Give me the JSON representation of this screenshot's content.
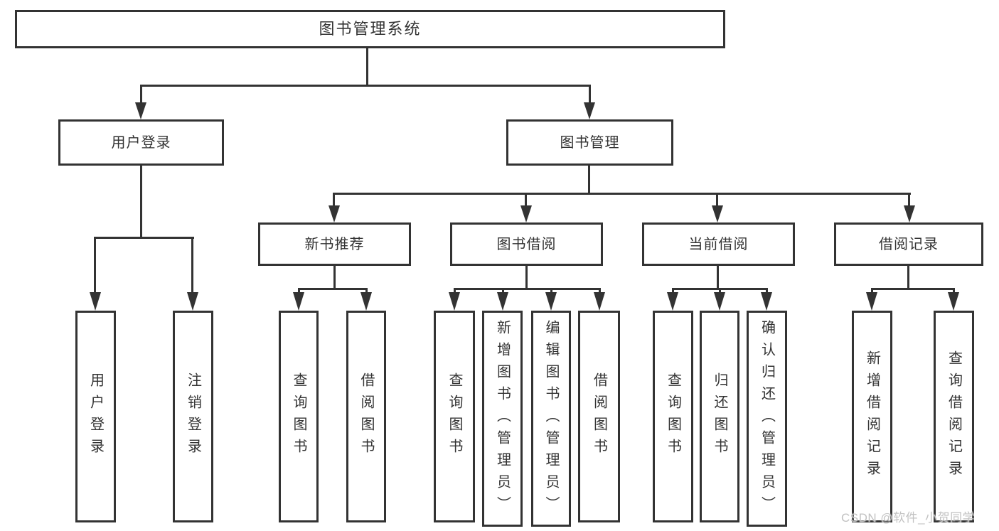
{
  "diagram": {
    "title": "图书管理系统",
    "level2": {
      "user_login": "用户登录",
      "book_mgmt": "图书管理"
    },
    "level3": {
      "new_books": "新书推荐",
      "book_borrow": "图书借阅",
      "current_borrow": "当前借阅",
      "borrow_records": "借阅记录"
    },
    "leaves": {
      "user": [
        "用户登录",
        "注销登录"
      ],
      "new_books": [
        "查询图书",
        "借阅图书"
      ],
      "book_borrow": [
        "查询图书",
        "新增图书（管理员）",
        "编辑图书（管理员）",
        "借阅图书"
      ],
      "current_borrow": [
        "查询图书",
        "归还图书",
        "确认归还（管理员）"
      ],
      "borrow_records": [
        "新增借阅记录",
        "查询借阅记录"
      ]
    }
  },
  "watermark": "CSDN @软件_小贺同学",
  "colors": {
    "line": "#333333",
    "text": "#333333",
    "watermark": "#c2c2c2",
    "background": "#ffffff"
  }
}
